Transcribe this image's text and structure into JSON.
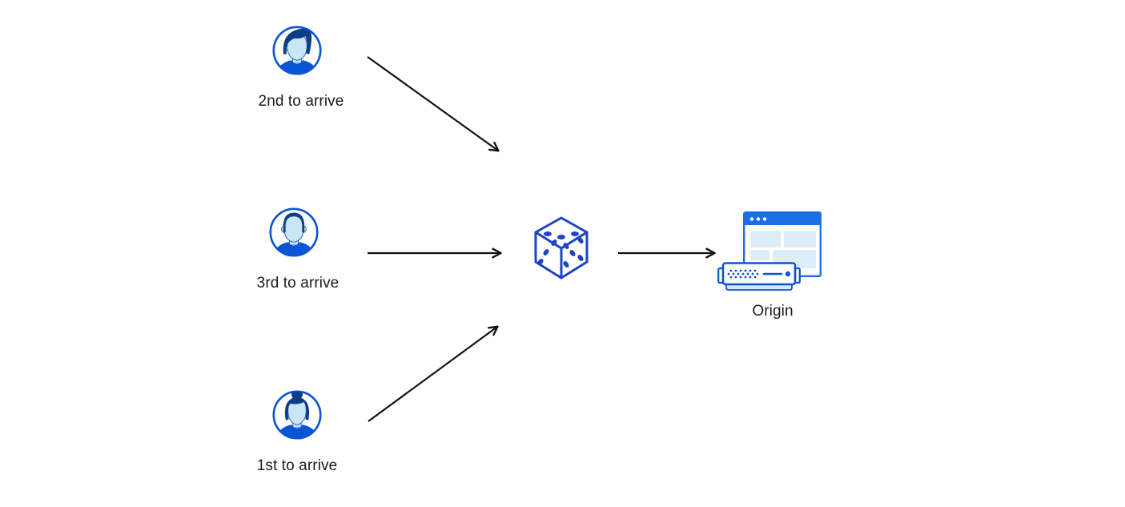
{
  "diagram": {
    "background_color": "#ffffff",
    "arrow_color": "#111111",
    "colors": {
      "royal_blue": "#0a55d4",
      "navy_hair": "#0d3d87",
      "face_light_blue": "#c9e6f6",
      "dice_blue": "#1d43c8",
      "window_blue": "#1a6fe4",
      "pale_block_blue": "#ddedf9",
      "server_shadow_blue": "#cfe8f9",
      "text_color": "#1b1b1d"
    },
    "nodes": {
      "user_second": {
        "label": "2nd to arrive",
        "icon": "male-user-avatar"
      },
      "user_third": {
        "label": "3rd to arrive",
        "icon": "male-user-avatar-2"
      },
      "user_first": {
        "label": "1st to arrive",
        "icon": "female-user-avatar"
      },
      "randomizer": {
        "icon": "dice-icon"
      },
      "origin": {
        "label": "Origin",
        "icon": "origin-server-window-icon"
      }
    }
  }
}
